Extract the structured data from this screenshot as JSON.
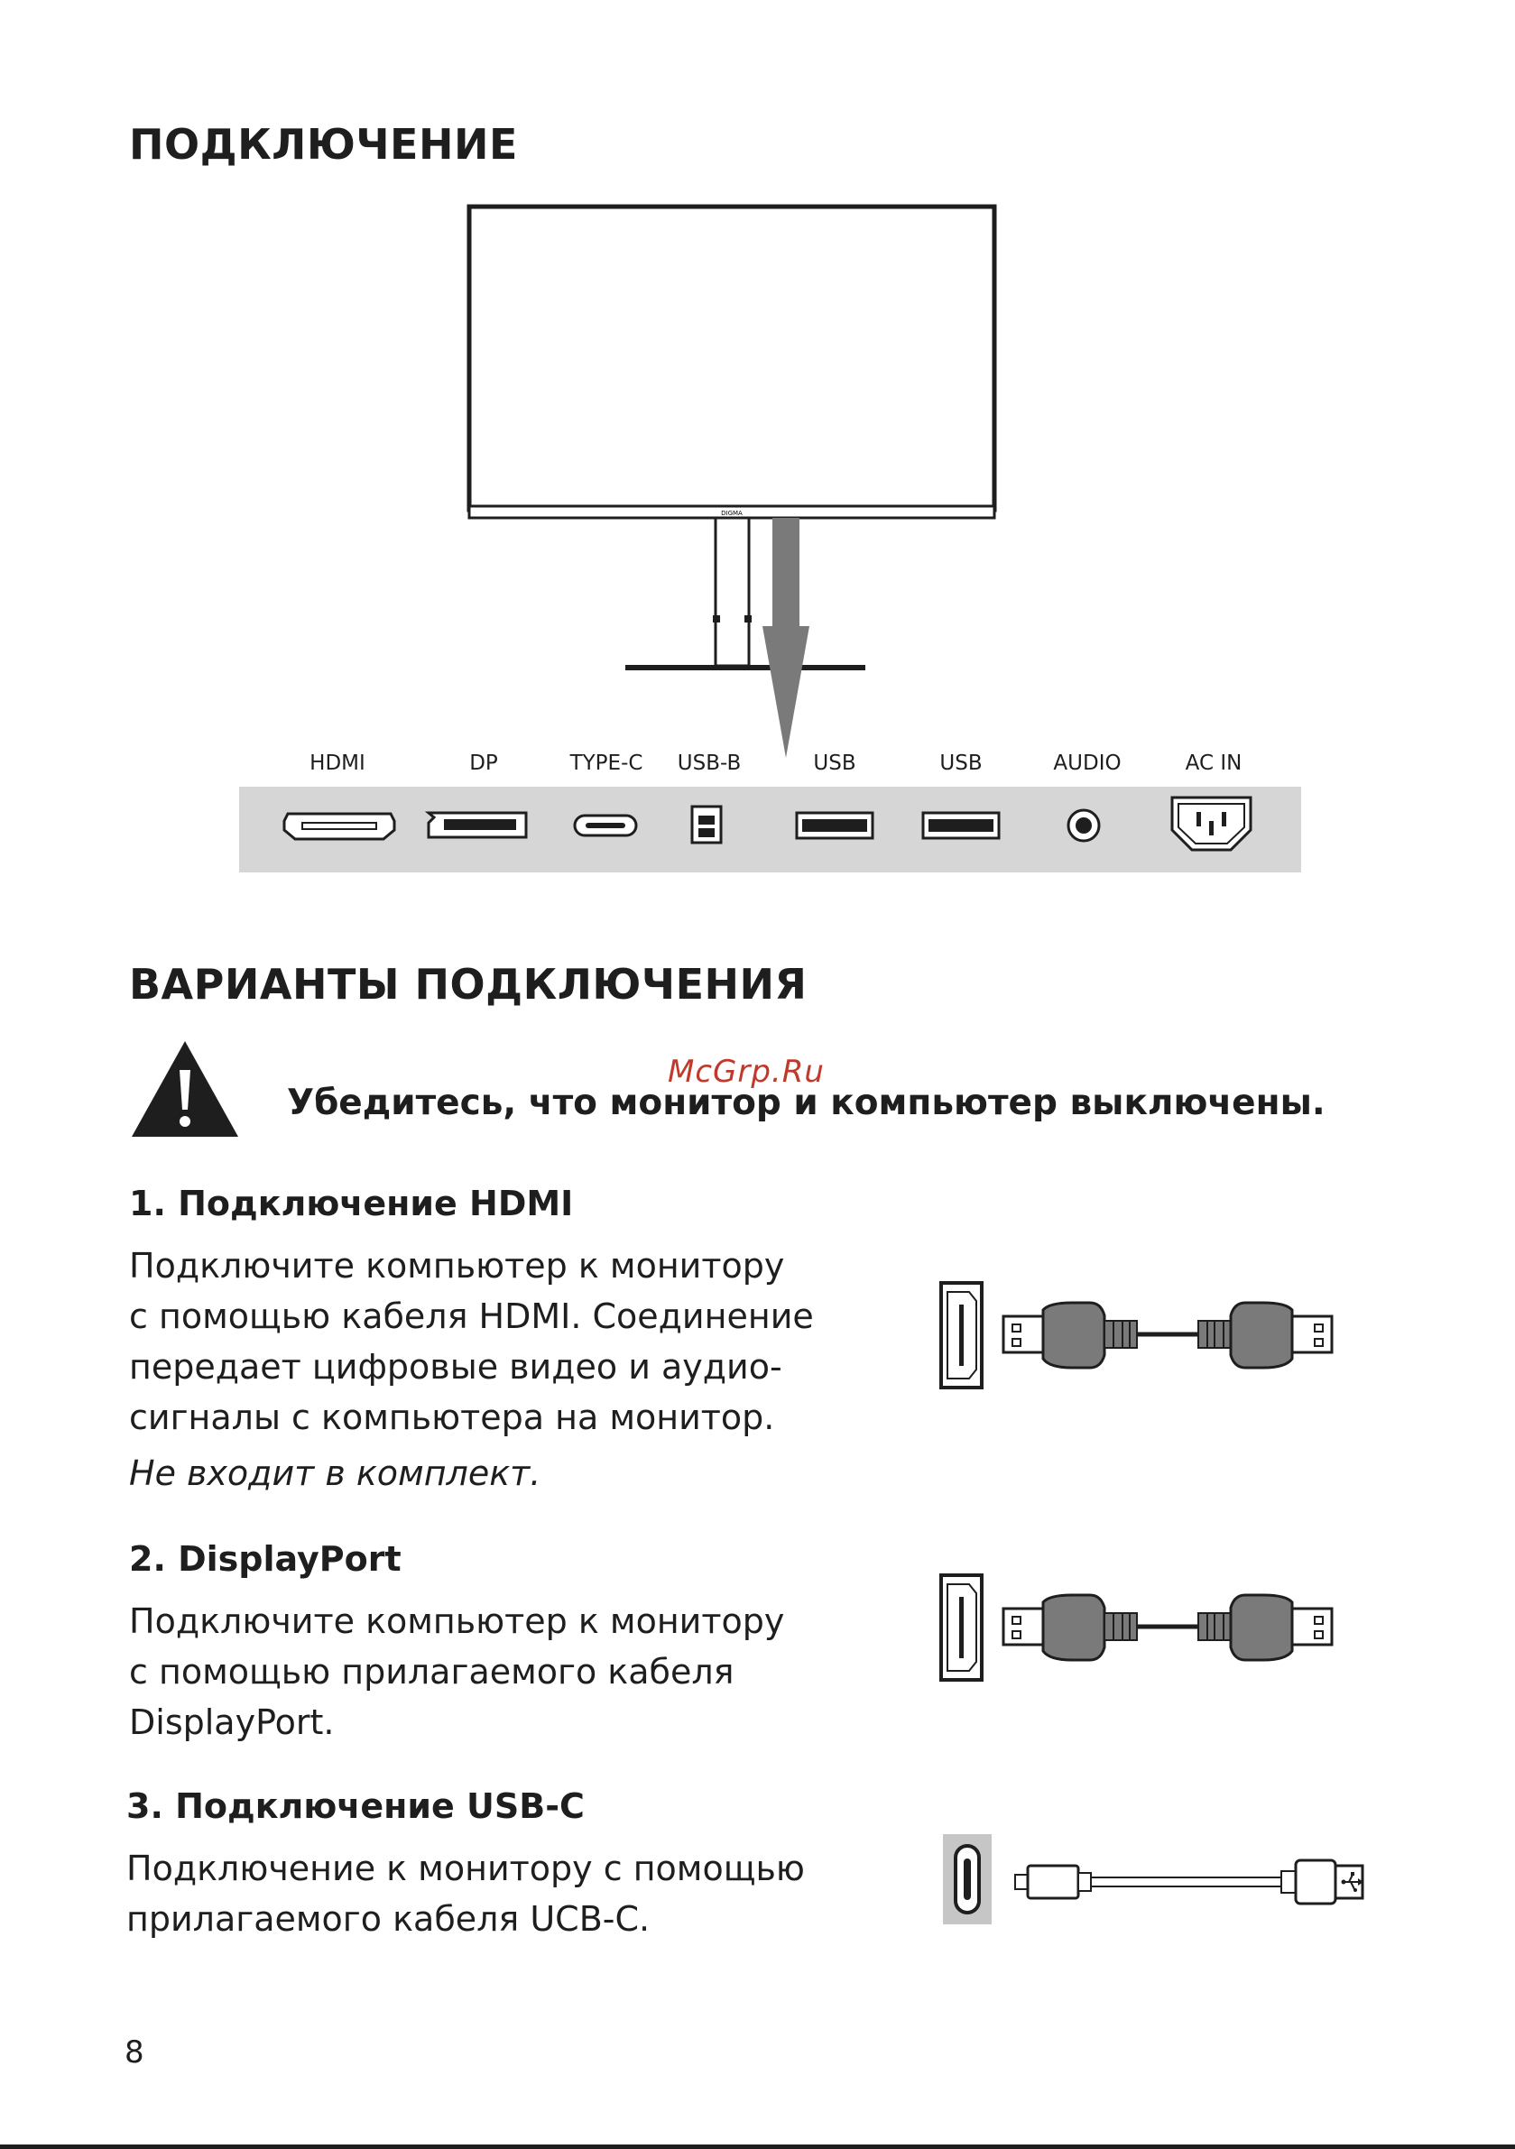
{
  "page": {
    "title": "ПОДКЛЮЧЕНИЕ",
    "page_number": "8",
    "watermark": "McGrp.Ru"
  },
  "monitor": {
    "brand_mark": "DIGMA"
  },
  "ports": {
    "labels": [
      "HDMI",
      "DP",
      "TYPE-C",
      "USB-B",
      "USB",
      "USB",
      "AUDIO",
      "AC IN"
    ]
  },
  "variants": {
    "title": "ВАРИАНТЫ ПОДКЛЮЧЕНИЯ",
    "warning": "Убедитесь, что монитор и компьютер выключены.",
    "items": [
      {
        "heading": "1. Подключение HDMI",
        "lines": [
          "Подключите компьютер к монитору",
          "с помощью кабеля HDMI. Соединение",
          "передает цифровые видео и аудио-",
          "сигналы с компьютера на монитор."
        ],
        "note": "Не входит в комплект."
      },
      {
        "heading": "2. DisplayPort",
        "lines": [
          "Подключите компьютер к монитору",
          "с помощью прилагаемого кабеля",
          "DisplayPort."
        ]
      },
      {
        "heading": "3. Подключение USB-C",
        "lines": [
          "Подключение к монитору с помощью",
          "прилагаемого кабеля UCB-C."
        ]
      }
    ]
  }
}
